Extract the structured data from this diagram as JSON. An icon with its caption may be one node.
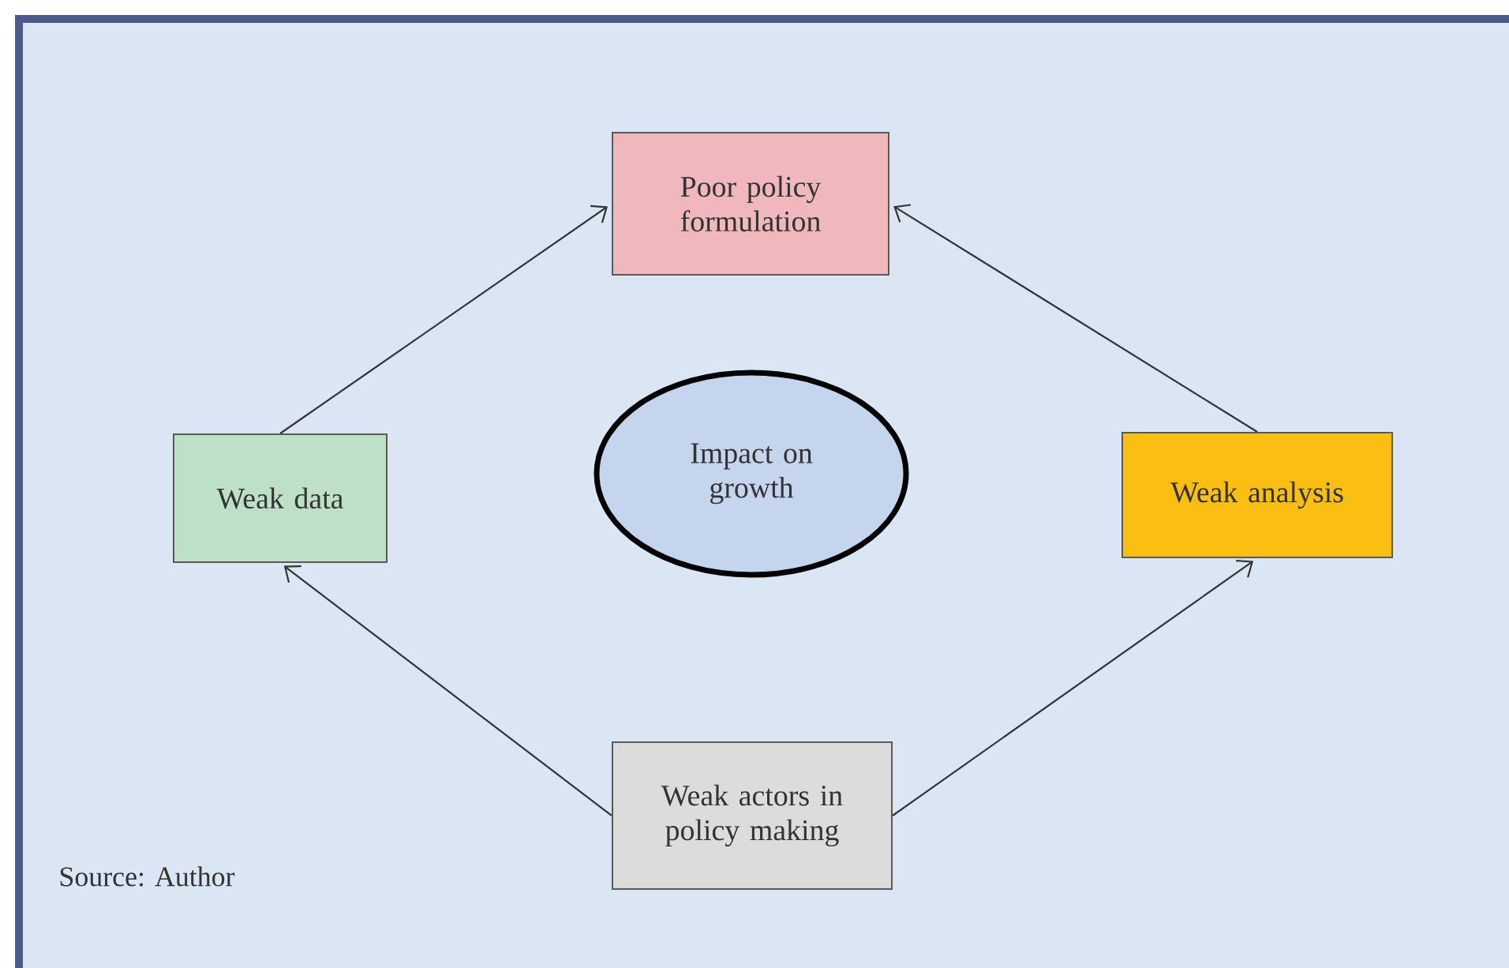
{
  "diagram": {
    "nodes": [
      {
        "text": [
          "Poor policy formulation"
        ]
      },
      {
        "text": [
          "Weak data"
        ]
      },
      {
        "text": [
          "Impact on growth"
        ]
      },
      {
        "text": [
          "Weak analysis"
        ]
      },
      {
        "text": [
          "Weak actors in policy making"
        ]
      }
    ],
    "edges": [
      {
        "from": 1,
        "to": 0,
        "arrow": "to"
      },
      {
        "from": 3,
        "to": 0,
        "arrow": "to"
      },
      {
        "from": 4,
        "to": 1,
        "arrow": "to"
      },
      {
        "from": 4,
        "to": 3,
        "arrow": "to"
      }
    ],
    "labels": [
      "Source: Author"
    ]
  }
}
